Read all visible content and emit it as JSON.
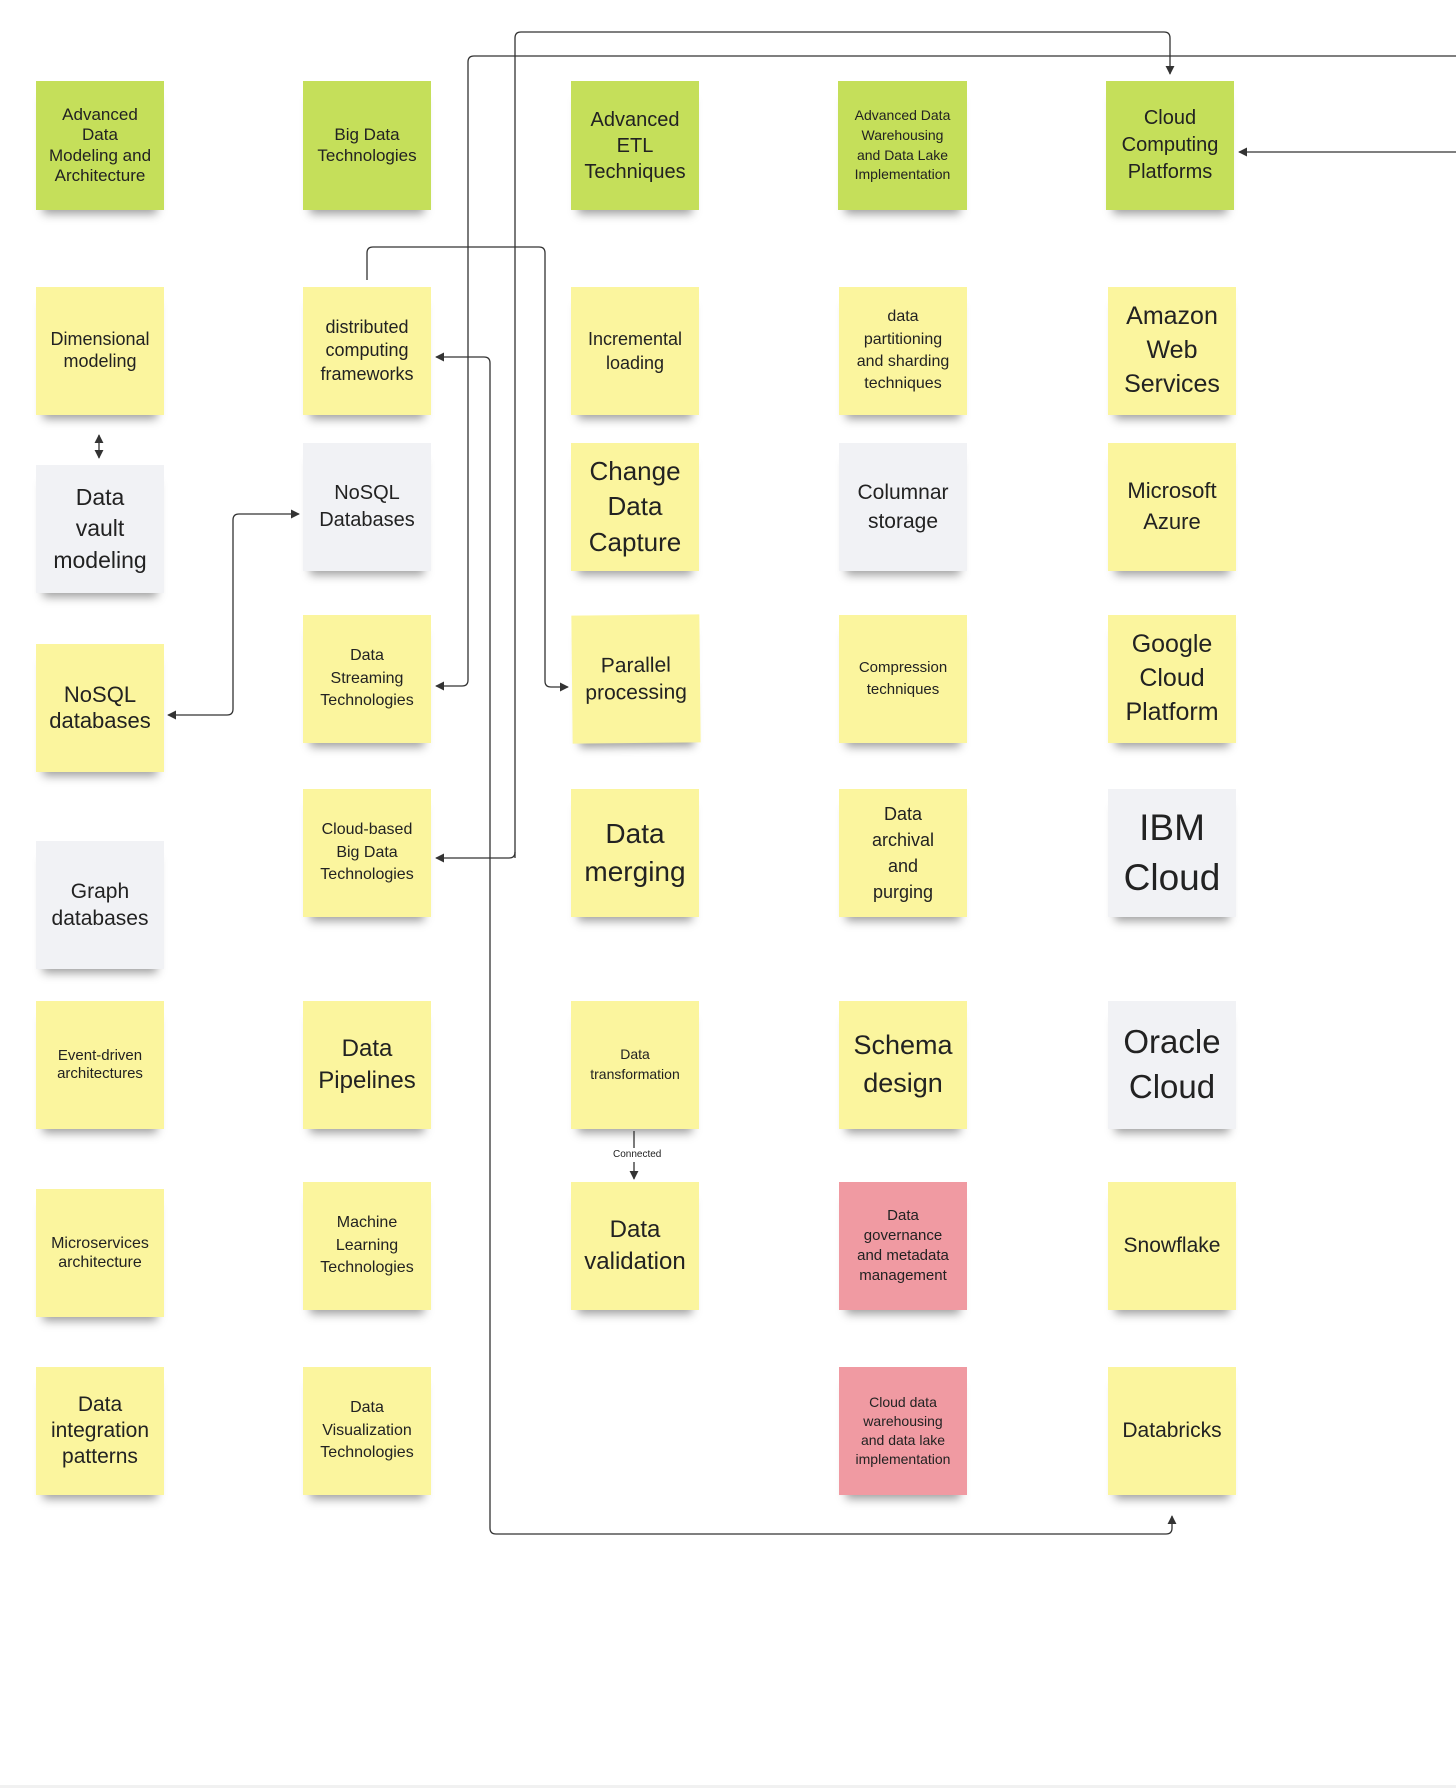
{
  "colors": {
    "green": "#c5df5a",
    "yellow": "#fbf59e",
    "white": "#f1f2f5",
    "pink": "#f09aa2",
    "connector": "#333333"
  },
  "columns": [
    {
      "header": "Advanced\nData\nModeling and\nArchitecture",
      "notes": [
        {
          "text": "Dimensional\nmodeling",
          "color": "yellow"
        },
        {
          "text": "Data\nvault\nmodeling",
          "color": "white"
        },
        {
          "text": "NoSQL\ndatabases",
          "color": "yellow"
        },
        {
          "text": "Graph\ndatabases",
          "color": "white"
        },
        {
          "text": "Event-driven\narchitectures",
          "color": "yellow"
        },
        {
          "text": "Microservices\narchitecture",
          "color": "yellow"
        },
        {
          "text": "Data\nintegration\npatterns",
          "color": "yellow"
        }
      ]
    },
    {
      "header": "Big Data\nTechnologies",
      "notes": [
        {
          "text": "distributed\ncomputing\nframeworks",
          "color": "yellow"
        },
        {
          "text": "NoSQL\nDatabases",
          "color": "white"
        },
        {
          "text": "Data\nStreaming\nTechnologies",
          "color": "yellow"
        },
        {
          "text": "Cloud-based\nBig Data\nTechnologies",
          "color": "yellow"
        },
        {
          "text": "Data\nPipelines",
          "color": "yellow"
        },
        {
          "text": "Machine\nLearning\nTechnologies",
          "color": "yellow"
        },
        {
          "text": "Data\nVisualization\nTechnologies",
          "color": "yellow"
        }
      ]
    },
    {
      "header": "Advanced\nETL\nTechniques",
      "notes": [
        {
          "text": "Incremental\nloading",
          "color": "yellow"
        },
        {
          "text": "Change\nData\nCapture",
          "color": "yellow"
        },
        {
          "text": "Parallel\nprocessing",
          "color": "yellow"
        },
        {
          "text": "Data\nmerging",
          "color": "yellow"
        },
        {
          "text": "Data\ntransformation",
          "color": "yellow"
        },
        {
          "text": "Data\nvalidation",
          "color": "yellow"
        }
      ]
    },
    {
      "header": "Advanced Data\nWarehousing\nand Data Lake\nImplementation",
      "notes": [
        {
          "text": "data\npartitioning\nand sharding\ntechniques",
          "color": "yellow"
        },
        {
          "text": "Columnar\nstorage",
          "color": "white"
        },
        {
          "text": "Compression\ntechniques",
          "color": "yellow"
        },
        {
          "text": "Data\narchival\nand\npurging",
          "color": "yellow"
        },
        {
          "text": "Schema\ndesign",
          "color": "yellow"
        },
        {
          "text": "Data\ngovernance\nand metadata\nmanagement",
          "color": "pink"
        },
        {
          "text": "Cloud data\nwarehousing\nand data lake\nimplementation",
          "color": "pink"
        }
      ]
    },
    {
      "header": "Cloud\nComputing\nPlatforms",
      "notes": [
        {
          "text": "Amazon\nWeb\nServices",
          "color": "yellow"
        },
        {
          "text": "Microsoft\nAzure",
          "color": "yellow"
        },
        {
          "text": "Google\nCloud\nPlatform",
          "color": "yellow"
        },
        {
          "text": "IBM\nCloud",
          "color": "white"
        },
        {
          "text": "Oracle\nCloud",
          "color": "white"
        },
        {
          "text": "Snowflake",
          "color": "yellow"
        },
        {
          "text": "Databricks",
          "color": "yellow"
        }
      ]
    }
  ],
  "connector_label": "Connected"
}
